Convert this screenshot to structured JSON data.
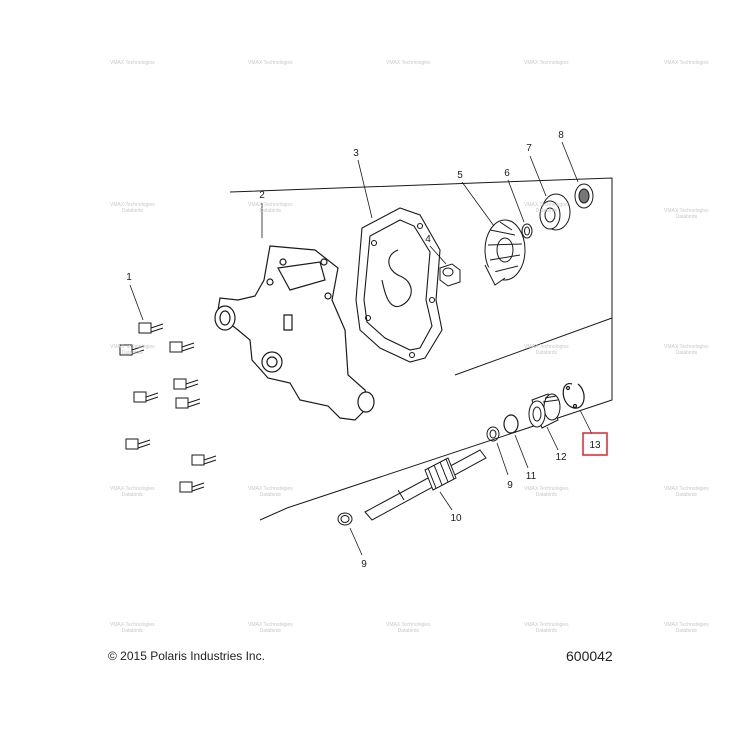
{
  "watermark": {
    "line1": "VMAX Technologies",
    "line2": "Databirds"
  },
  "callouts": {
    "c1": "1",
    "c2": "2",
    "c3": "3",
    "c4": "4",
    "c5": "5",
    "c6": "6",
    "c7": "7",
    "c8": "8",
    "c9a": "9",
    "c9b": "9",
    "c10": "10",
    "c11": "11",
    "c12": "12",
    "c13": "13"
  },
  "highlight": {
    "part": "13",
    "color": "#d9232e"
  },
  "footer": {
    "copyright": "© 2015 Polaris Industries Inc.",
    "part_number": "600042"
  }
}
